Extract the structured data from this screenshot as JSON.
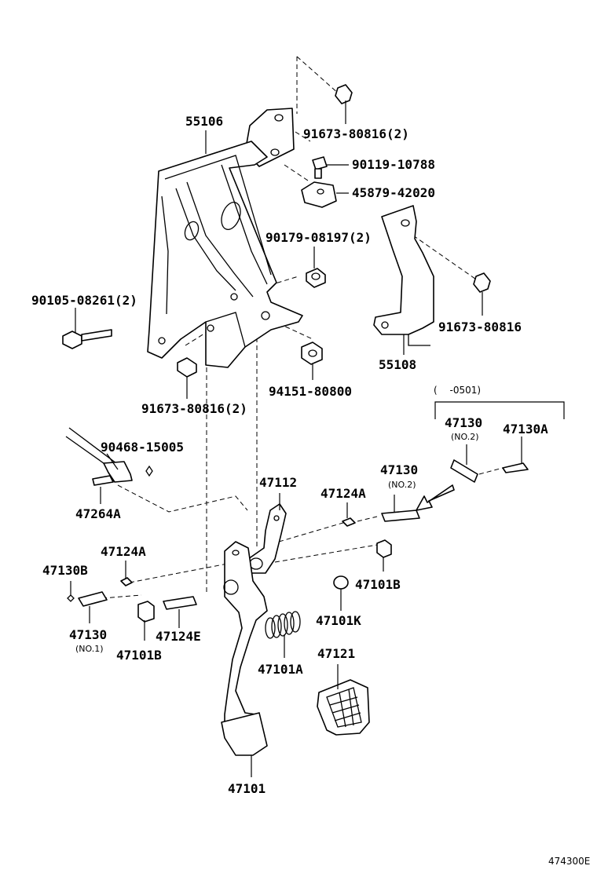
{
  "labels": {
    "p55106": "55106",
    "p91673_top": "91673-80816(2)",
    "p90119": "90119-10788",
    "p45879": "45879-42020",
    "p90179": "90179-08197(2)",
    "p90105": "90105-08261(2)",
    "p91673_right": "91673-80816",
    "p55108": "55108",
    "p94151": "94151-80800",
    "p91673_low": "91673-80816(2)",
    "range_note": "(　 -0501)",
    "p47130_r": "47130",
    "p47130_r_sub": "(NO.2)",
    "p47130A": "47130A",
    "p90468": "90468-15005",
    "p47264A": "47264A",
    "p47112": "47112",
    "p47130_m": "47130",
    "p47130_m_sub": "(NO.2)",
    "p47124A_r": "47124A",
    "p47124A_l": "47124A",
    "p47130B": "47130B",
    "p47101B_r": "47101B",
    "p47101K": "47101K",
    "p47130_l": "47130",
    "p47130_l_sub": "(NO.1)",
    "p47101B_l": "47101B",
    "p47124E": "47124E",
    "p47121": "47121",
    "p47101A": "47101A",
    "p47101": "47101",
    "ref_code": "474300E"
  }
}
